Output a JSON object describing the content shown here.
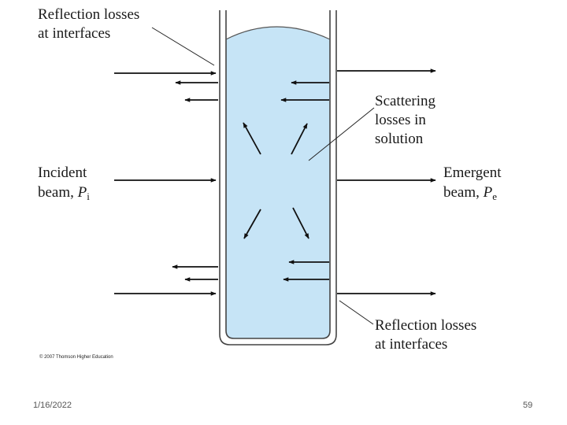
{
  "labels": {
    "reflection_top": [
      "Reflection losses",
      "at interfaces"
    ],
    "scattering": [
      "Scattering",
      "losses in",
      "solution"
    ],
    "incident": [
      "Incident",
      "beam, ",
      "P",
      "i"
    ],
    "emergent": [
      "Emergent",
      "beam, ",
      "P",
      "e"
    ],
    "reflection_bottom": [
      "Reflection losses",
      "at interfaces"
    ]
  },
  "copyright": "© 2007 Thomson Higher Education",
  "footer": {
    "date": "1/16/2022",
    "slide_number": "59"
  },
  "colors": {
    "solution": "#c6e4f6",
    "cell_wall": "#444444",
    "arrow": "#111111"
  }
}
